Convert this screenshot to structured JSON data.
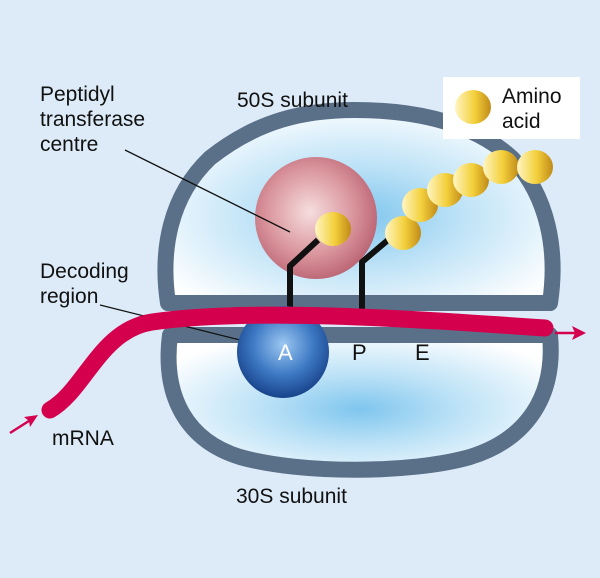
{
  "labels": {
    "subunit_large": "50S subunit",
    "subunit_small": "30S subunit",
    "peptidyl_lines": [
      "Peptidyl",
      "transferase",
      "centre"
    ],
    "decoding_lines": [
      "Decoding",
      "region"
    ],
    "mrna": "mRNA",
    "legend_lines": [
      "Amino",
      "acid"
    ]
  },
  "sites": {
    "a": "A",
    "p": "P",
    "e": "E"
  },
  "colors": {
    "background": "#dcebf7",
    "subunit_outline": "#5a7088",
    "subunit_fill": "#ffffff",
    "subunit_fill_center": "#7fc6ee",
    "mrna": "#d4004e",
    "transferase_centre": "#c9707e",
    "decoding_region": "#1f4f9a",
    "amino_acid": "#f3cf3a",
    "trna_stem": "#111111"
  }
}
